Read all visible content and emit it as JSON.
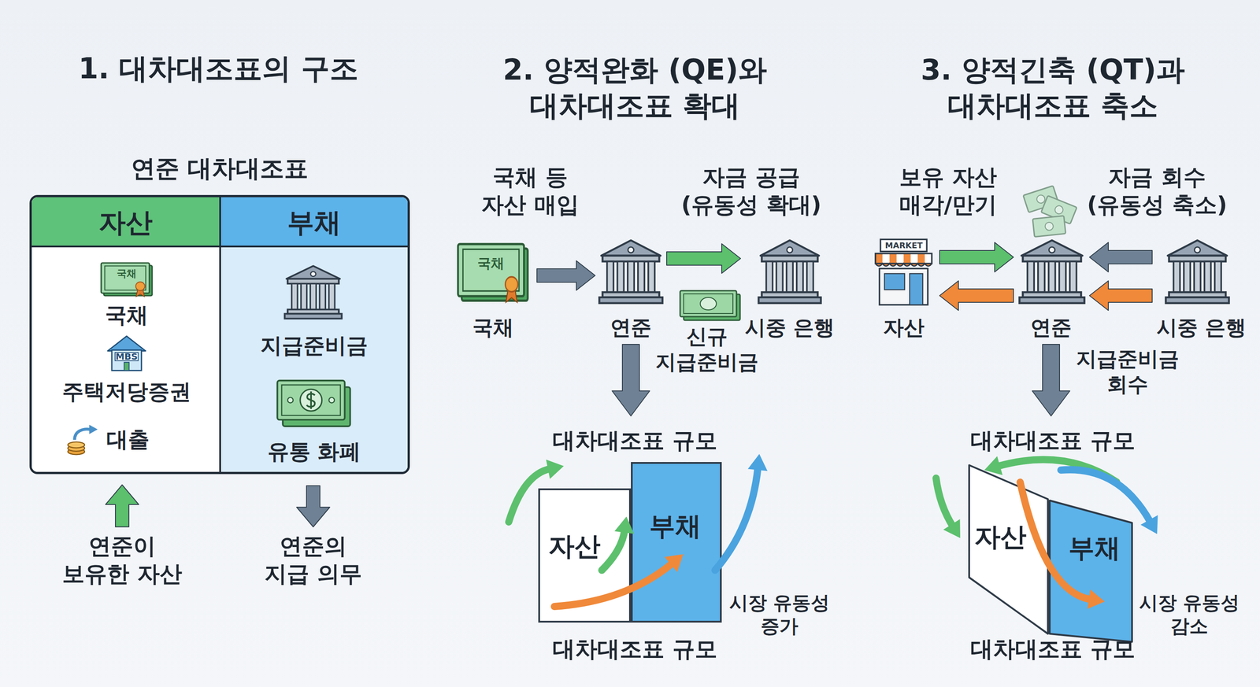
{
  "diagram": {
    "nodes": [
      {
        "text": [
          "연준 대차대조표"
        ]
      },
      {
        "text": [
          "자산",
          "국채",
          "주택저당증권",
          "대출"
        ],
        "in": 0
      },
      {
        "text": [
          "부채",
          "지급준비금",
          "유통 화폐"
        ],
        "in": 0
      },
      {
        "text": [
          "국채"
        ]
      },
      {
        "text": [
          "연준"
        ]
      },
      {
        "text": [
          "시중 은행"
        ]
      },
      {
        "text": [
          "대차대조표 규모"
        ]
      },
      {
        "text": [
          "자산"
        ],
        "in": 6
      },
      {
        "text": [
          "부채"
        ],
        "in": 6
      },
      {
        "text": [
          "자산"
        ]
      },
      {
        "text": [
          "연준"
        ]
      },
      {
        "text": [
          "시중 은행"
        ]
      },
      {
        "text": [
          "대차대조표 규모"
        ]
      },
      {
        "text": [
          "자산"
        ],
        "in": 12
      },
      {
        "text": [
          "부채"
        ],
        "in": 12
      }
    ],
    "edges": [
      {
        "from": 3,
        "to": 4,
        "arrow": "to"
      },
      {
        "from": 4,
        "to": 5,
        "arrow": "to"
      },
      {
        "from": 4,
        "to": 6,
        "arrow": "to"
      },
      {
        "from": 9,
        "to": 10,
        "arrow": "to"
      },
      {
        "from": 10,
        "to": 9,
        "arrow": "to"
      },
      {
        "from": 11,
        "to": 10,
        "arrow": "to"
      },
      {
        "from": 11,
        "to": 10,
        "arrow": "to"
      },
      {
        "from": 10,
        "to": 12,
        "arrow": "to"
      }
    ],
    "labels": [
      "1. 대차대조표의 구조",
      "2. 양적완화 (QE)와 대차대조표 확대",
      "3. 양적긴축 (QT)과 대차대조표 축소",
      "국채",
      "MBS",
      "연준이 보유한 자산",
      "연준의 지급 의무",
      "국채 등 자산 매입",
      "자금 공급 (유동성 확대)",
      "국채",
      "신규 지급준비금",
      "시장 유동성 증가",
      "대차대조표 규모",
      "보유 자산 매각/만기",
      "자금 회수 (유동성 축소)",
      "MARKET",
      "지급준비금 회수",
      "시장 유동성 감소",
      "대차대조표 규모"
    ]
  }
}
